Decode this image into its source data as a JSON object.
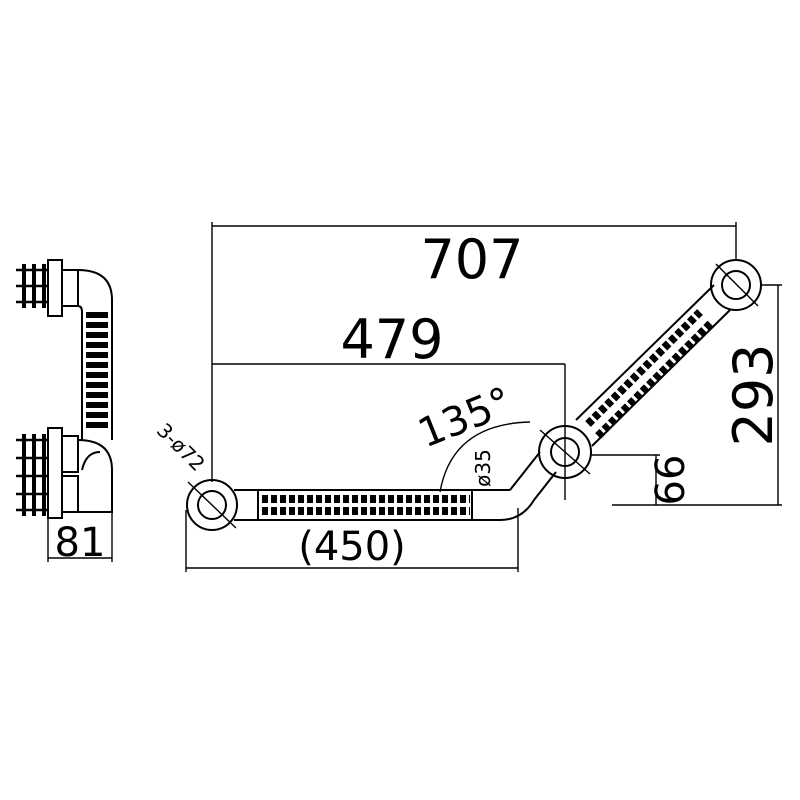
{
  "dimensions": {
    "overall_width": "707",
    "center_width": "479",
    "angled_height": "293",
    "angle": "135°",
    "rise": "66",
    "straight_length": "(450)",
    "depth": "81",
    "tube_diameter": "ø35",
    "flange_spec": "3-ø72"
  },
  "colors": {
    "line": "#000000",
    "background": "#ffffff"
  }
}
